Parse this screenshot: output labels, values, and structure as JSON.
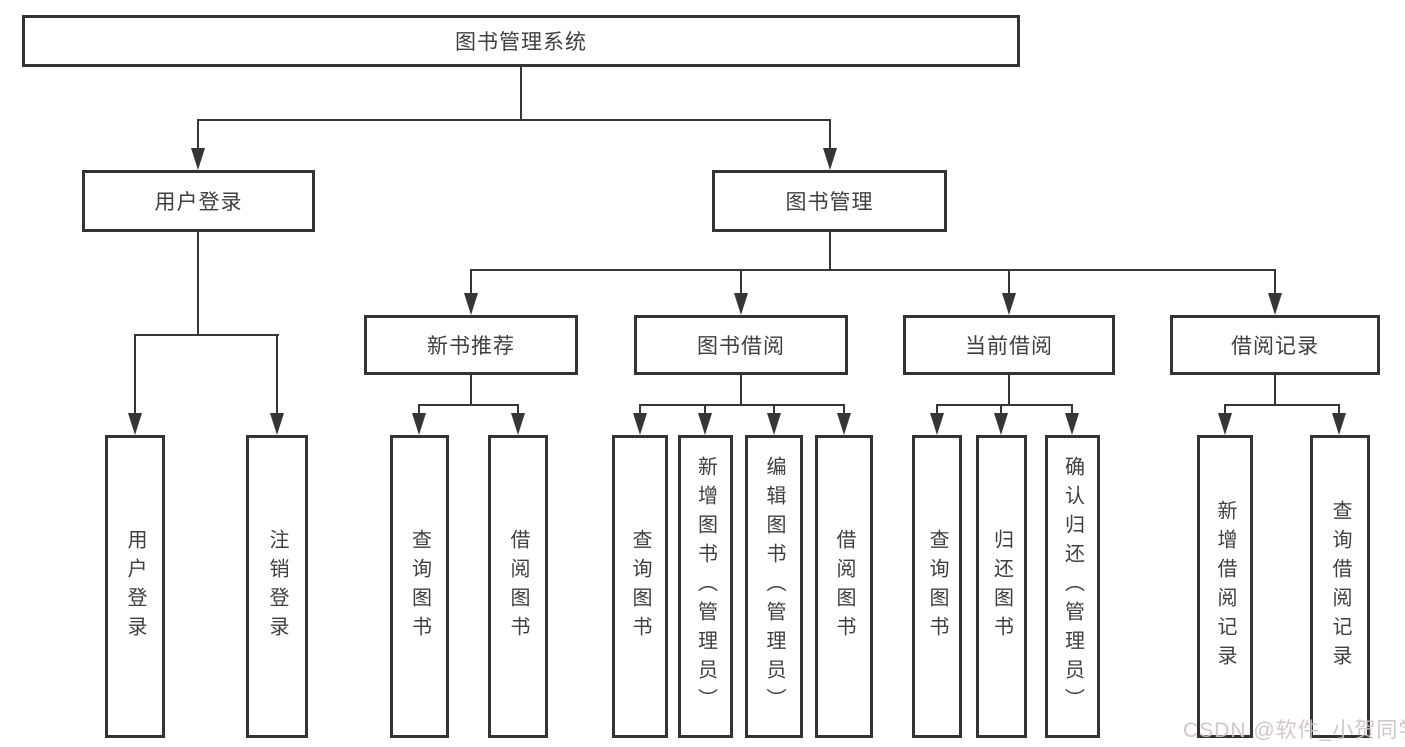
{
  "tree": {
    "root": "图书管理系统",
    "branches": [
      {
        "label": "用户登录",
        "children": [
          "用户登录",
          "注销登录"
        ]
      },
      {
        "label": "图书管理",
        "groups": [
          {
            "label": "新书推荐",
            "children": [
              "查询图书",
              "借阅图书"
            ]
          },
          {
            "label": "图书借阅",
            "children": [
              "查询图书",
              "新增图书（管理员）",
              "编辑图书（管理员）",
              "借阅图书"
            ]
          },
          {
            "label": "当前借阅",
            "children": [
              "查询图书",
              "归还图书",
              "确认归还（管理员）"
            ]
          },
          {
            "label": "借阅记录",
            "children": [
              "新增借阅记录",
              "查询借阅记录"
            ]
          }
        ]
      }
    ]
  },
  "watermark": {
    "text": "CSDN @软件_小贺同学"
  },
  "colors": {
    "line": "#363636",
    "box_border": "#333333",
    "text": "#3f3f3f",
    "background": "#ffffff",
    "watermark": "#cdc2c2"
  }
}
